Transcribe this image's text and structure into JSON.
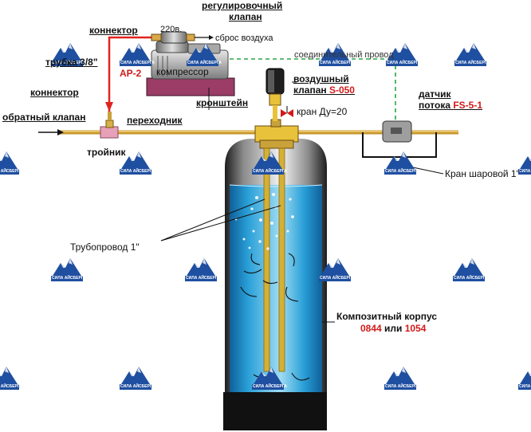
{
  "labels": {
    "connector_top": "коннектор",
    "voltage": "220в.",
    "reg_valve_line1": "регулировочный",
    "reg_valve_line2": "клапан",
    "air_discharge": "сброс воздуха",
    "connecting_wire": "соединительный провод",
    "tube": "трубка 3/8\"",
    "ap2": "АР-2",
    "compressor": "компрессор",
    "bracket": "кронштейн",
    "air_valve_line1": "воздушный",
    "air_valve_line2_prefix": "клапан ",
    "air_valve_model": "S-050",
    "valve_du": "кран Ду=20",
    "connector_left": "коннектор",
    "check_valve": "обратный клапан",
    "adapter": "переходник",
    "tee": "тройник",
    "sensor_line1": "датчик",
    "sensor_line2_prefix": "потока ",
    "sensor_model": "FS-5-1",
    "ball_valve": "Кран шаровой 1\"",
    "pipeline": "Трубопровод 1\"",
    "housing": "Композитный корпус",
    "housing_model_a": "0844",
    "housing_or": " или ",
    "housing_model_b": "1054"
  },
  "watermark_text": "СИЛА АЙСБЕРГА",
  "colors": {
    "water": "#3fb6e0",
    "water_dark": "#1e86c4",
    "tank_gradient_dark": "#1d1d1d",
    "tank_gradient_light": "#f4f4f4",
    "pipe": "#e2b84a",
    "red_line": "#e0231f",
    "wire": "#2aa545",
    "bracket": "#9b3d66",
    "compressor": "#b4b4b4",
    "accent_red": "#d11a1a",
    "watermark": "#1f4fa0"
  },
  "icons": [
    "arrow-right-icon",
    "arrow-down-icon",
    "valve-icon",
    "watermark-logo-icon"
  ]
}
